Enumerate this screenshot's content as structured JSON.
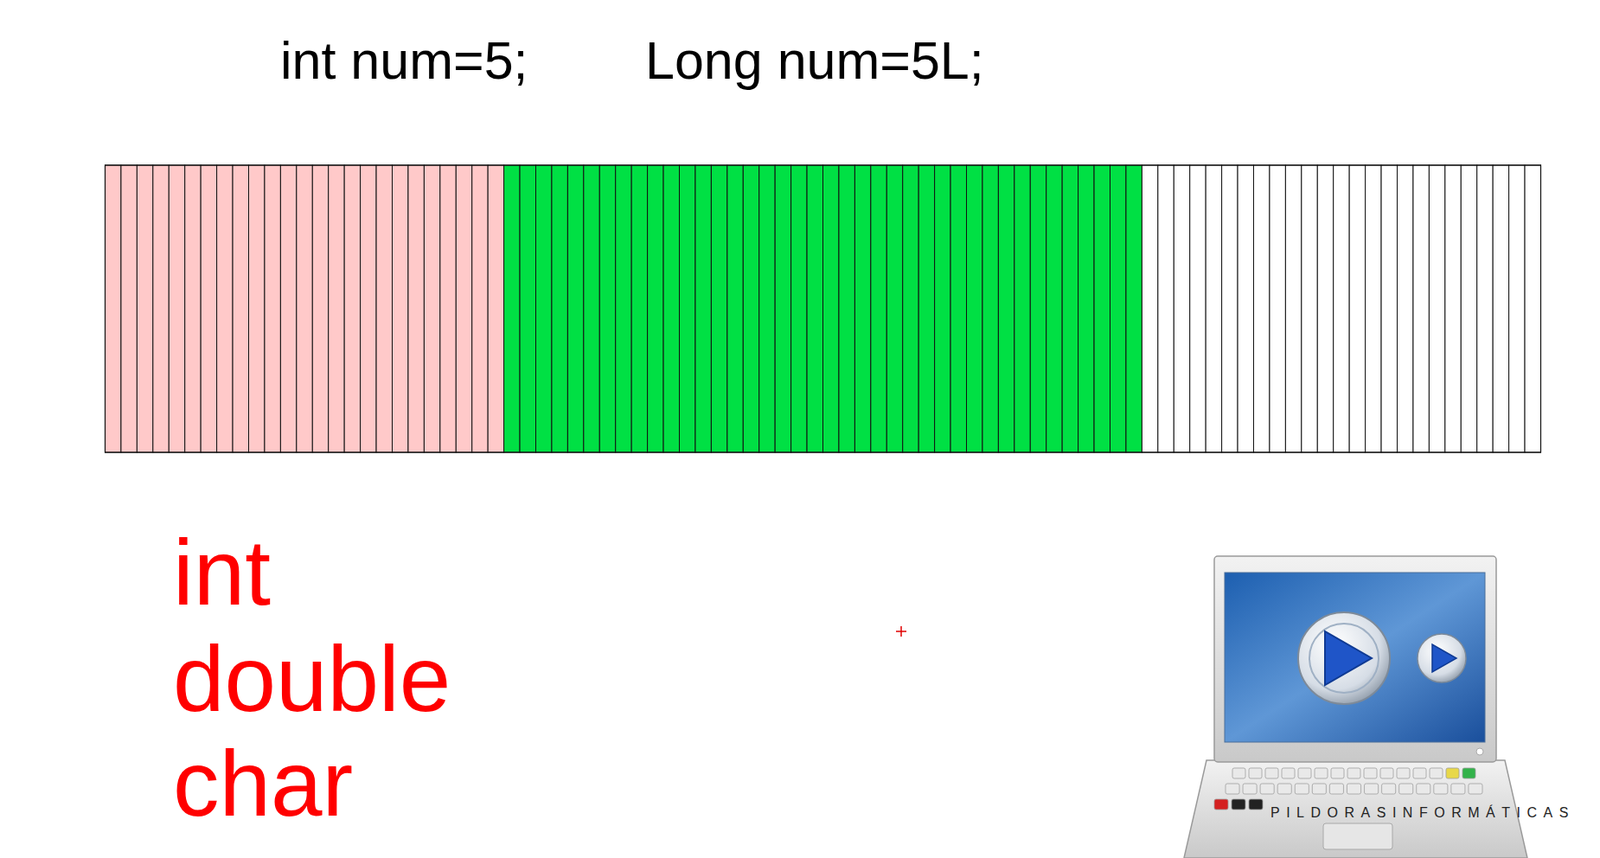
{
  "diagram": {
    "labels": [
      "int num=5;",
      "Long num=5L;",
      "int",
      "double",
      "char",
      "PILDORASINFORMÁTICAS"
    ]
  }
}
